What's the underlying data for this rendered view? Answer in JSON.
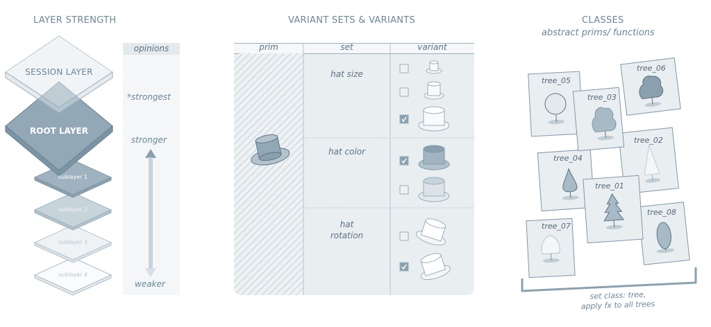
{
  "layer_strength": {
    "title": "LAYER STRENGTH",
    "opinions_header": "opinions",
    "session_layer": "SESSION LAYER",
    "root_layer": "ROOT LAYER",
    "sublayers": [
      "sublayer 1",
      "sublayer 2",
      "sublayer 3",
      "sublayer 4"
    ],
    "strongest": "*strongest",
    "stronger": "stronger",
    "weaker": "weaker"
  },
  "variants": {
    "title": "VARIANT SETS & VARIANTS",
    "columns": [
      "prim",
      "set",
      "variant"
    ],
    "sets": [
      {
        "name": "hat size",
        "checked": [
          false,
          false,
          true
        ]
      },
      {
        "name": "hat color",
        "checked": [
          true,
          false
        ]
      },
      {
        "name": "hat rotation",
        "name_lines": [
          "hat",
          "rotation"
        ],
        "checked": [
          false,
          true
        ]
      }
    ]
  },
  "classes": {
    "title": "CLASSES",
    "subtitle": "abstract prims/ functions",
    "trees": [
      "tree_05",
      "tree_03",
      "tree_06",
      "tree_04",
      "tree_02",
      "tree_01",
      "tree_07",
      "tree_08"
    ],
    "caption_line1": "set class: tree,",
    "caption_line2": "apply fx to all trees"
  },
  "colors": {
    "outline": "#5b7384",
    "light_fill": "#e3e9ed",
    "mid_fill": "#a8bac6",
    "dark_fill": "#7f97a8"
  }
}
